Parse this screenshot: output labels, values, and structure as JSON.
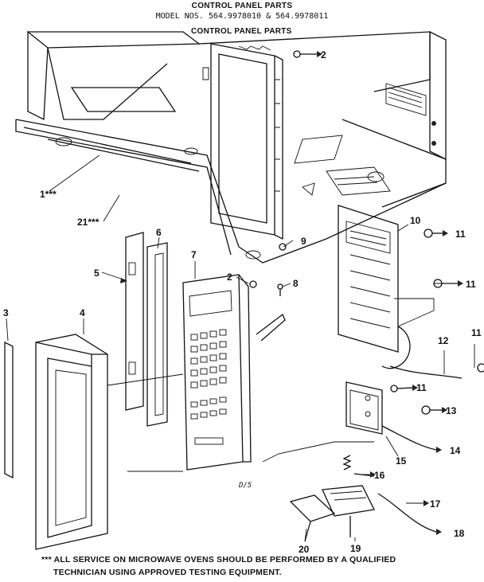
{
  "header": {
    "title": "CONTROL PANEL PARTS",
    "models": "MODEL NOS. 564.9978010 & 564.9978011",
    "subtitle": "CONTROL PANEL PARTS"
  },
  "callouts": {
    "c1": "1***",
    "c2a": "2",
    "c2b": "2",
    "c3": "3",
    "c4": "4",
    "c5": "5",
    "c6": "6",
    "c7": "7",
    "c8": "8",
    "c9": "9",
    "c10": "10",
    "c11a": "11",
    "c11b": "11",
    "c11c": "11",
    "c11d": "11",
    "c12": "12",
    "c13": "13",
    "c14": "14",
    "c15": "15",
    "c16": "16",
    "c17": "17",
    "c18": "18",
    "c19": "19",
    "c20": "20",
    "c21": "21***"
  },
  "drawing_code": "D/5",
  "footnote": {
    "line1": "*** ALL SERVICE ON MICROWAVE OVENS SHOULD BE PERFORMED BY A QUALIFIED",
    "line2": "TECHNICIAN USING APPROVED TESTING EQUIPMENT."
  }
}
